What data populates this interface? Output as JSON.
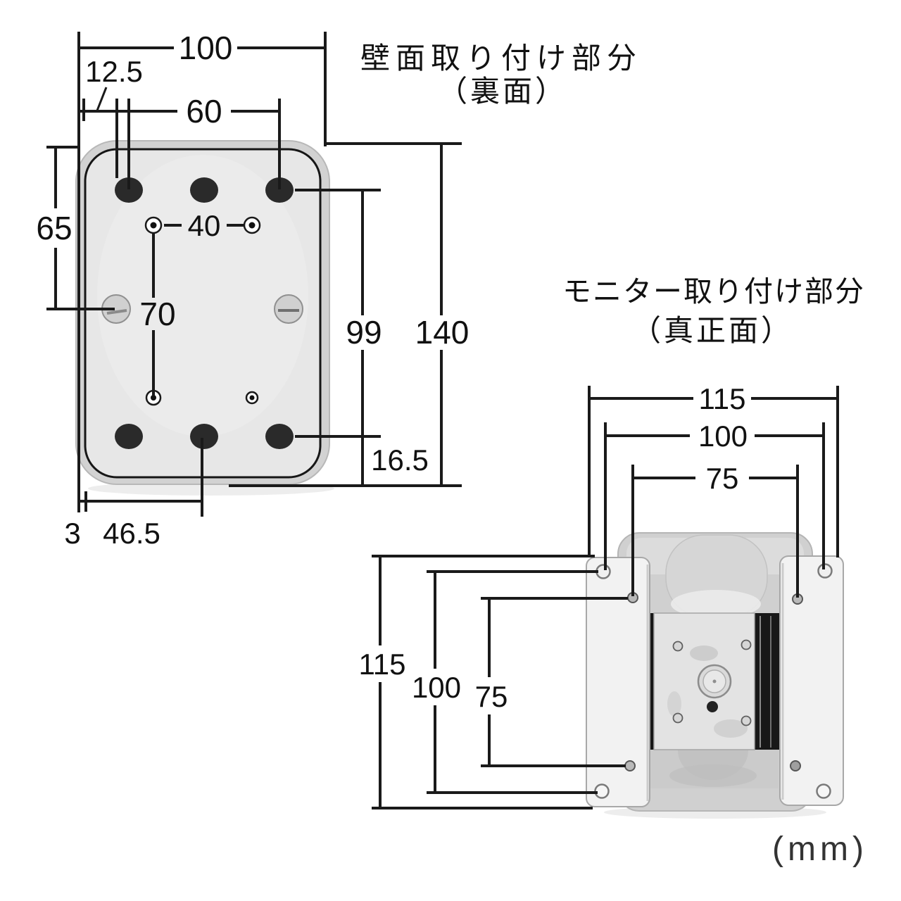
{
  "unit_label": "(mm)",
  "wall_view": {
    "title_line1": "壁面取り付け部分",
    "title_line2": "（裏面）",
    "dims": {
      "plate_width": "100",
      "hole_edge_offset": "12.5",
      "top_hole_spacing": "60",
      "side_hole_offset": "65",
      "small_hole_spacing": "40",
      "small_hole_vertical_spacing": "70",
      "hole_row_span": "99",
      "plate_height": "140",
      "bottom_hole_offset": "16.5",
      "lip_offset": "3",
      "center_hole_offset": "46.5"
    }
  },
  "monitor_view": {
    "title_line1": "モニター取り付け部分",
    "title_line2": "（真正面）",
    "dims_horizontal": {
      "outer_width": "115",
      "vesa_100": "100",
      "vesa_75": "75"
    },
    "dims_vertical": {
      "outer_height": "115",
      "vesa_100": "100",
      "vesa_75": "75"
    }
  },
  "colors": {
    "background": "#ffffff",
    "dimension_line": "#1a1a1a",
    "text": "#111111",
    "plate_fill": "#e7e7e7",
    "plate_lip": "#d2d2d2",
    "hole_dark": "#2a2a2a",
    "bracket_metal": "#f2f2f2",
    "housing_gray": "#d0d0d0",
    "strip_black": "#181818"
  }
}
